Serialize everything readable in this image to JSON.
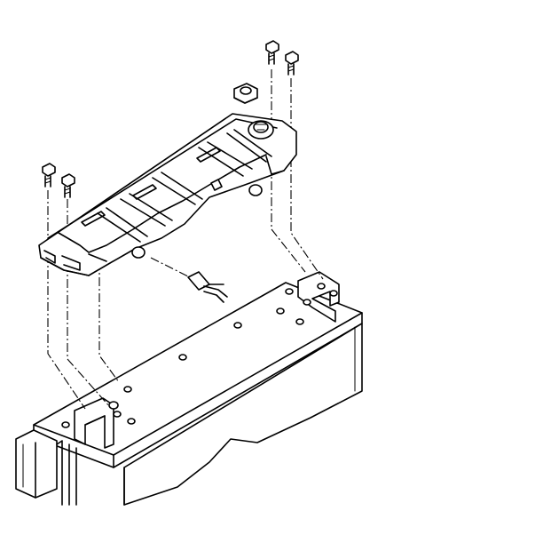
{
  "figure": {
    "description_text": "",
    "colors": {
      "ink": "#000000",
      "paper": "#ffffff"
    },
    "parts": [
      {
        "name": "bolt-icon"
      },
      {
        "name": "nut-icon"
      },
      {
        "name": "reservoir-tank"
      },
      {
        "name": "mounting-bracket"
      },
      {
        "name": "sensor-connector"
      },
      {
        "name": "radiator-support"
      }
    ]
  }
}
